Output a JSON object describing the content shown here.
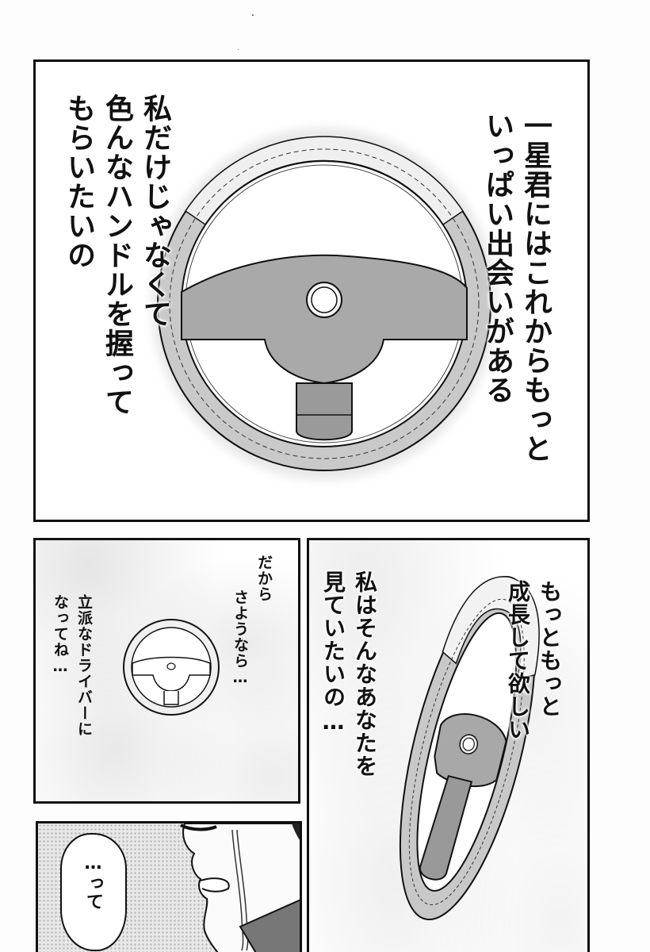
{
  "page": {
    "type": "manga-page",
    "background": "#fdfdfd",
    "ink_color": "#111111"
  },
  "panels": [
    {
      "id": "panel-1",
      "description": "Large steering wheel front view",
      "illustration": "steering-wheel-front",
      "text_columns": [
        "一星君にはこれからもっと",
        "いっぱい出会いがある",
        "私だけじゃなくて",
        "色んなハンドルを握って",
        "もらいたいの"
      ]
    },
    {
      "id": "panel-2",
      "description": "Small steering wheel on cloudy background",
      "illustration": "steering-wheel-small",
      "text_columns": [
        "だから",
        "さようなら…",
        "立派なドライバーに",
        "なってね…"
      ]
    },
    {
      "id": "panel-3",
      "description": "Steering wheel viewed at an angle",
      "illustration": "steering-wheel-angled",
      "text_columns": [
        "もっともっと",
        "成長して欲しい",
        "私はそんなあなたを",
        "見ていたいの…"
      ]
    },
    {
      "id": "panel-4",
      "description": "Crying man profile with speech bubble",
      "illustration": "crying-man-profile",
      "speech_bubble": "…って"
    }
  ]
}
